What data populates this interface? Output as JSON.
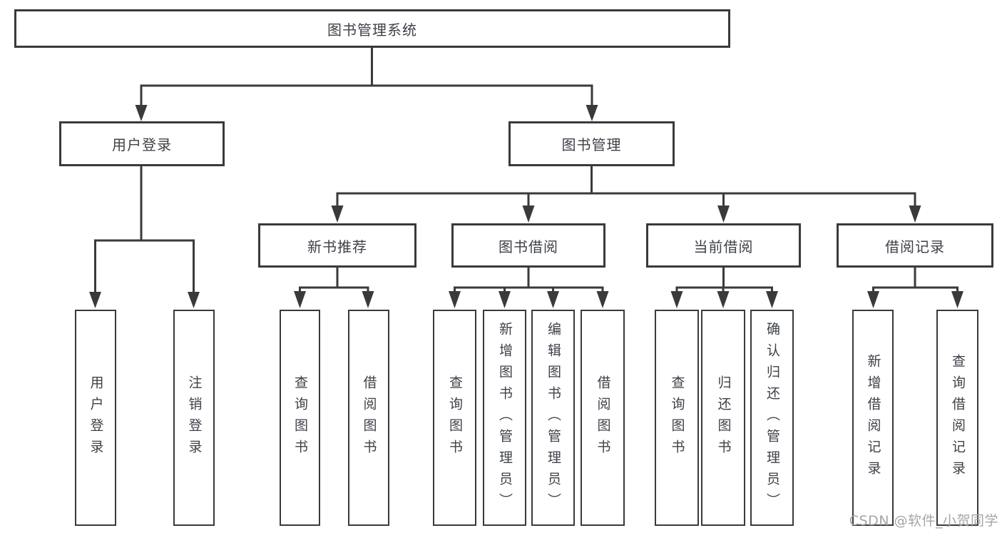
{
  "diagram": {
    "title": "图书管理系统",
    "modules": {
      "user_login": {
        "label": "用户登录",
        "children": [
          "用户登录",
          "注销登录"
        ]
      },
      "book_mgmt": {
        "label": "图书管理"
      },
      "new_books": {
        "label": "新书推荐",
        "children": [
          "查询图书",
          "借阅图书"
        ]
      },
      "borrow": {
        "label": "图书借阅",
        "children": [
          "查询图书",
          "新增图书（管理员）",
          "编辑图书（管理员）",
          "借阅图书"
        ]
      },
      "current": {
        "label": "当前借阅",
        "children": [
          "查询图书",
          "归还图书",
          "确认归还（管理员）"
        ]
      },
      "records": {
        "label": "借阅记录",
        "children": [
          "新增借阅记录",
          "查询借阅记录"
        ]
      }
    },
    "watermark": "CSDN @软件_小贺同学",
    "colors": {
      "line": "#3a3a3a",
      "text": "#3e4148",
      "watermark": "#a5a5a5",
      "background": "#ffffff"
    }
  }
}
